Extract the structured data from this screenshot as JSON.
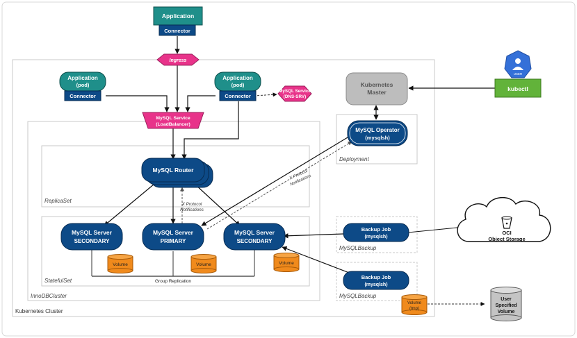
{
  "top_app": {
    "title": "Application",
    "connector": "Connector"
  },
  "ingress": "Ingress",
  "pod_left": {
    "title": "Application",
    "sub": "(pod)",
    "connector": "Connector"
  },
  "pod_right": {
    "title": "Application",
    "sub": "(pod)",
    "connector": "Connector"
  },
  "svc_dns": {
    "line1": "MySQL Service",
    "line2": "(DNS-SRV)"
  },
  "svc_lb": {
    "line1": "MySQL Service",
    "line2": "(LoadBalancer)"
  },
  "k8s_master": {
    "line1": "Kubernetes",
    "line2": "Master"
  },
  "kubectl": "kubectl",
  "user_badge": "USER",
  "operator": {
    "line1": "MySQL Operator",
    "line2": "(mysqlsh)"
  },
  "router": "MySQL Router",
  "servers": [
    {
      "line1": "MySQL Server",
      "line2": "SECONDARY"
    },
    {
      "line1": "MySQL Server",
      "line2": "PRIMARY"
    },
    {
      "line1": "MySQL Server",
      "line2": "SECONDARY"
    }
  ],
  "volume": "Volume",
  "backup_jobs": [
    {
      "line1": "Backup Job",
      "line2": "(mysqlsh)"
    },
    {
      "line1": "Backup Job",
      "line2": "(mysqlsh)"
    }
  ],
  "volume_tmp": {
    "line1": "Volume",
    "line2": "(tmp)"
  },
  "oci": {
    "line1": "OCI",
    "line2": "Object Storage"
  },
  "user_volume": {
    "line1": "User",
    "line2": "Specified",
    "line3": "Volume"
  },
  "xproto_top": {
    "line1": "X Protocol",
    "line2": "Notifications"
  },
  "xproto_mid": {
    "line1": "X Protocol",
    "line2": "Notifications"
  },
  "group_replication": "Group Replication",
  "captions": {
    "kubernetes_cluster": "Kubernetes Cluster",
    "innodb_cluster": "InnoDBCluster",
    "replica_set": "ReplicaSet",
    "stateful_set": "StatefulSet",
    "deployment": "Deployment",
    "mysql_backup_1": "MySQLBackup",
    "mysql_backup_2": "MySQLBackup"
  },
  "colors": {
    "teal": "#1f8f8a",
    "navy": "#0d4a87",
    "pink": "#e8338a",
    "green": "#62b33a",
    "orange": "#f08a1c",
    "grey_box": "#bdbdbd"
  }
}
